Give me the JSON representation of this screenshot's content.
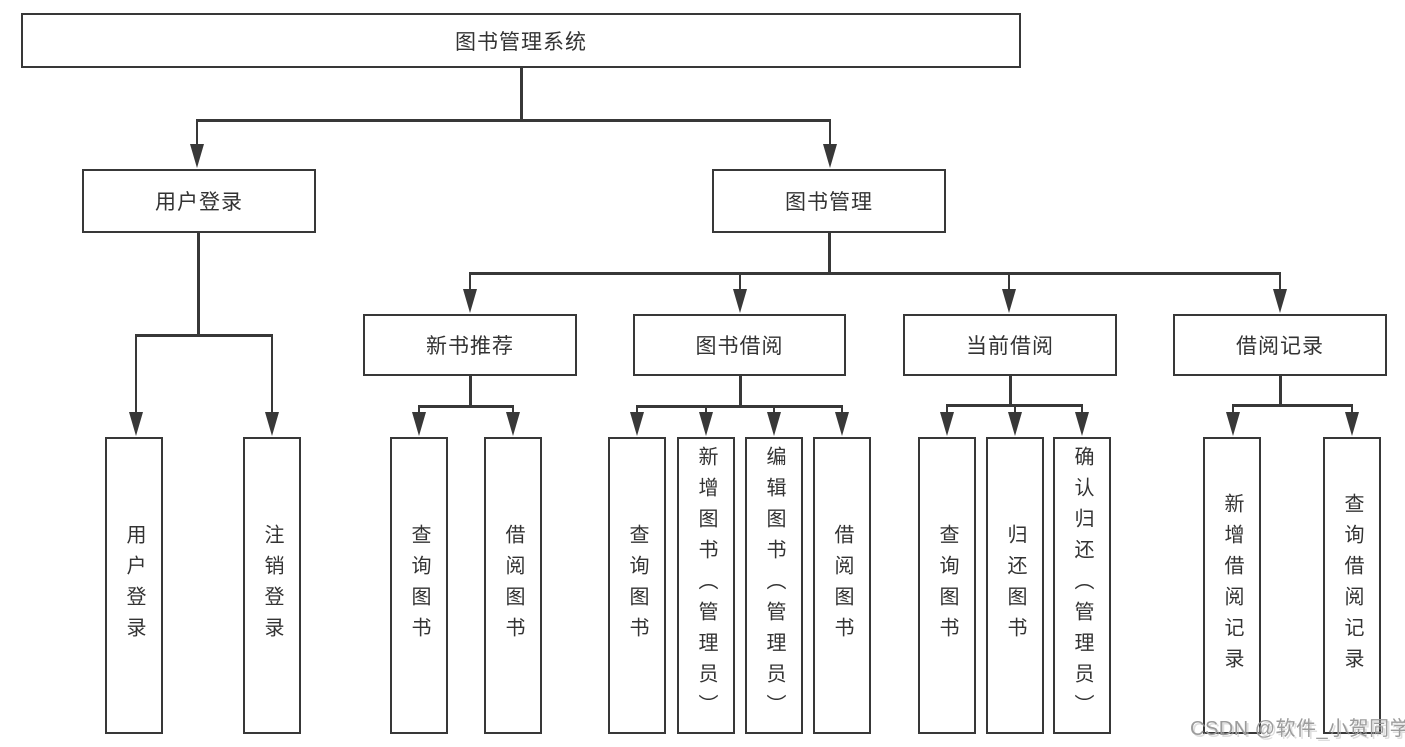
{
  "tree": {
    "root": {
      "label": "图书管理系统"
    },
    "branches": [
      {
        "label": "用户登录",
        "children": [
          {
            "label": "用户登录"
          },
          {
            "label": "注销登录"
          }
        ]
      },
      {
        "label": "图书管理",
        "children": [
          {
            "label": "新书推荐",
            "children": [
              {
                "label": "查询图书"
              },
              {
                "label": "借阅图书"
              }
            ]
          },
          {
            "label": "图书借阅",
            "children": [
              {
                "label": "查询图书"
              },
              {
                "label": "新增图书（管理员）"
              },
              {
                "label": "编辑图书（管理员）"
              },
              {
                "label": "借阅图书"
              }
            ]
          },
          {
            "label": "当前借阅",
            "children": [
              {
                "label": "查询图书"
              },
              {
                "label": "归还图书"
              },
              {
                "label": "确认归还（管理员）"
              }
            ]
          },
          {
            "label": "借阅记录",
            "children": [
              {
                "label": "新增借阅记录"
              },
              {
                "label": "查询借阅记录"
              }
            ]
          }
        ]
      }
    ]
  },
  "watermark": {
    "text": "CSDN @软件_小贺同学"
  },
  "colors": {
    "line": "#383838",
    "text": "#333333",
    "background": "#ffffff",
    "watermark": "#9c9c9c"
  }
}
